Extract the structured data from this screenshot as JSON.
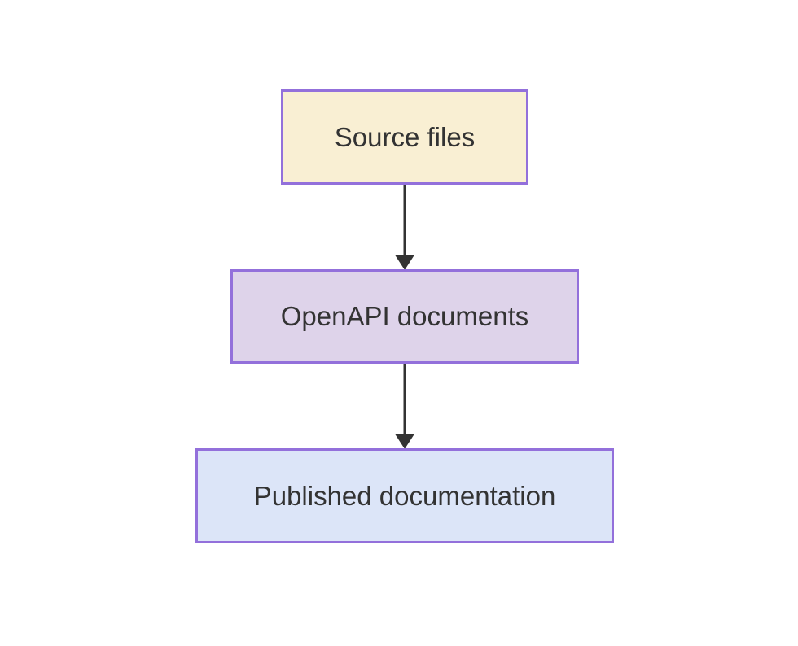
{
  "diagram": {
    "type": "flowchart",
    "direction": "top-down",
    "background_color": "#ffffff",
    "text_color": "#333333",
    "edge_color": "#333333",
    "node_border_color": "#9370db",
    "nodes": [
      {
        "id": "source-files",
        "label": "Source files",
        "fill": "#f9efd3",
        "border": "#9370db"
      },
      {
        "id": "openapi-documents",
        "label": "OpenAPI documents",
        "fill": "#ded3ea",
        "border": "#9370db"
      },
      {
        "id": "published-documentation",
        "label": "Published documentation",
        "fill": "#dce5f8",
        "border": "#9370db"
      }
    ],
    "edges": [
      {
        "from": "Source files",
        "to": "OpenAPI documents",
        "style": "solid-arrow"
      },
      {
        "from": "OpenAPI documents",
        "to": "Published documentation",
        "style": "solid-arrow"
      }
    ]
  }
}
